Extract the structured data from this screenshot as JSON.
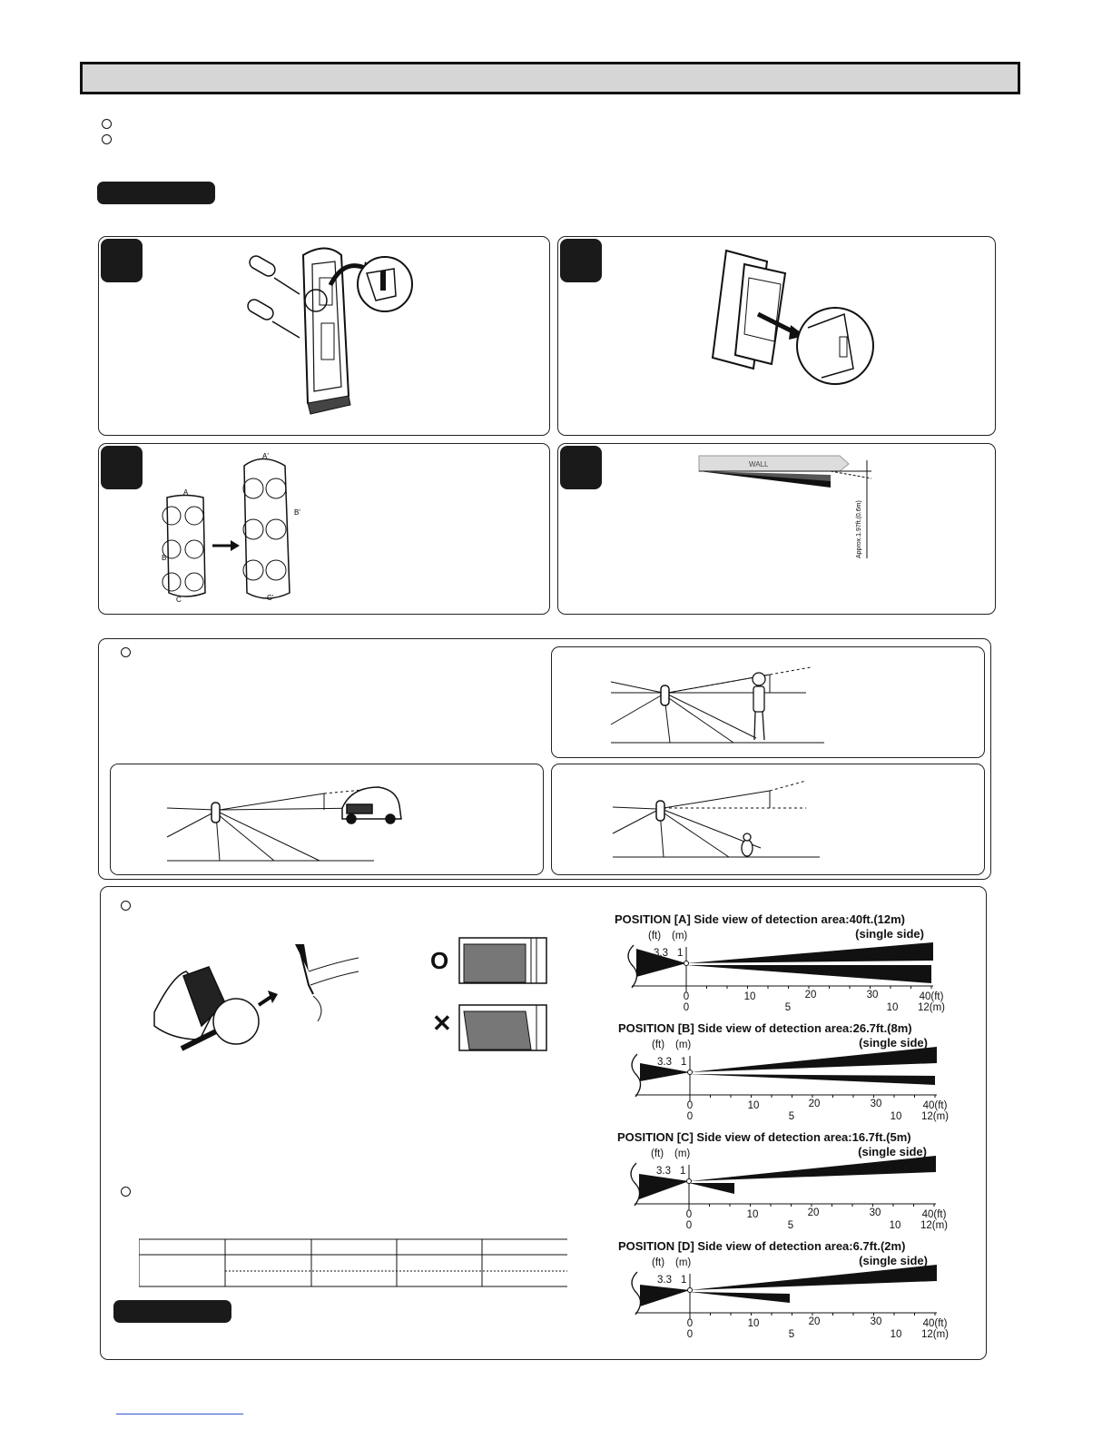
{
  "positions": [
    {
      "title": "POSITION [A] Side view of detection area:40ft.(12m)",
      "side": "(single side)"
    },
    {
      "title": "POSITION [B] Side view of detection area:26.7ft.(8m)",
      "side": "(single side)"
    },
    {
      "title": "POSITION [C] Side view of detection area:16.7ft.(5m)",
      "side": "(single side)"
    },
    {
      "title": "POSITION [D] Side view of detection area:6.7ft.(2m)",
      "side": "(single side)"
    }
  ],
  "axis": {
    "ft_unit": "(ft)",
    "m_unit": "(m)",
    "height_ft": "3.3",
    "height_m": "1",
    "ft_ticks": [
      "0",
      "10",
      "20",
      "30",
      "40(ft)"
    ],
    "m_ticks": [
      "0",
      "5",
      "10",
      "12(m)"
    ]
  },
  "wall_label": "WALL",
  "approx_label": "Approx.1.97ft.(0.6m)",
  "step3_labels": {
    "a": "A",
    "b": "B",
    "c": "C",
    "a2": "A'",
    "b2": "B'",
    "c2": "C'"
  },
  "mark_ok": "O",
  "mark_ng": "✕",
  "icons": [
    "bullet-circle-icon",
    "screwdriver-icon",
    "curved-arrow-icon",
    "sensor-device-icon",
    "person-icon",
    "car-icon",
    "small-animal-icon",
    "hand-icon"
  ]
}
